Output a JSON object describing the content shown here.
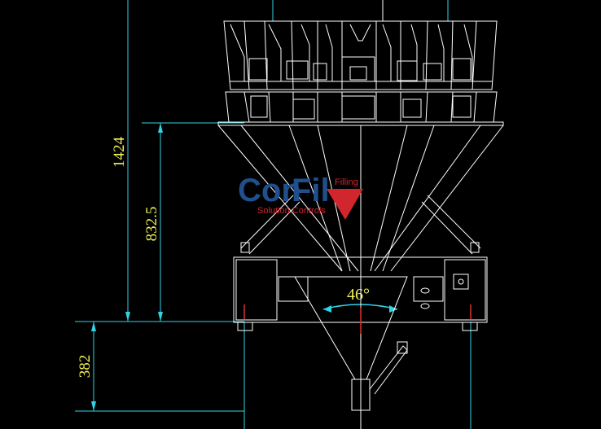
{
  "dimensions": {
    "total_height": "1424",
    "body_height": "832.5",
    "base_height": "382",
    "cone_angle": "46°"
  },
  "logo": {
    "brand_part1": "Con",
    "brand_part2": "Fil",
    "tag_top": "Filling",
    "tag_bottom": "Solution Controls",
    "colors": {
      "brand": "#1f4f8c",
      "accent": "#d2262e"
    }
  },
  "colors": {
    "background": "#000000",
    "drawing_line": "#ffffff",
    "dimension_line": "#2fd3e3",
    "dimension_text": "#f2f25a",
    "center_mark": "#e03030"
  }
}
